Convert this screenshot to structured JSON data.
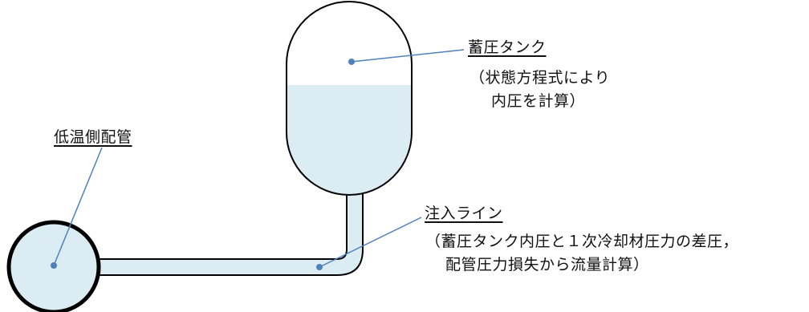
{
  "labels": {
    "tank": {
      "title": "蓄圧タンク",
      "desc_line1": "（状態方程式により",
      "desc_line2": "内圧を計算）"
    },
    "cold_leg": {
      "title": "低温側配管"
    },
    "injection_line": {
      "title": "注入ライン",
      "desc_line1": "（蓄圧タンク内圧と１次冷却材圧力の差圧，",
      "desc_line2": "配管圧力損失から流量計算）"
    }
  },
  "colors": {
    "fluid": "#dbecf3",
    "outline": "#000000",
    "leader_line": "#4f81bd",
    "marker": "#4f81bd"
  }
}
